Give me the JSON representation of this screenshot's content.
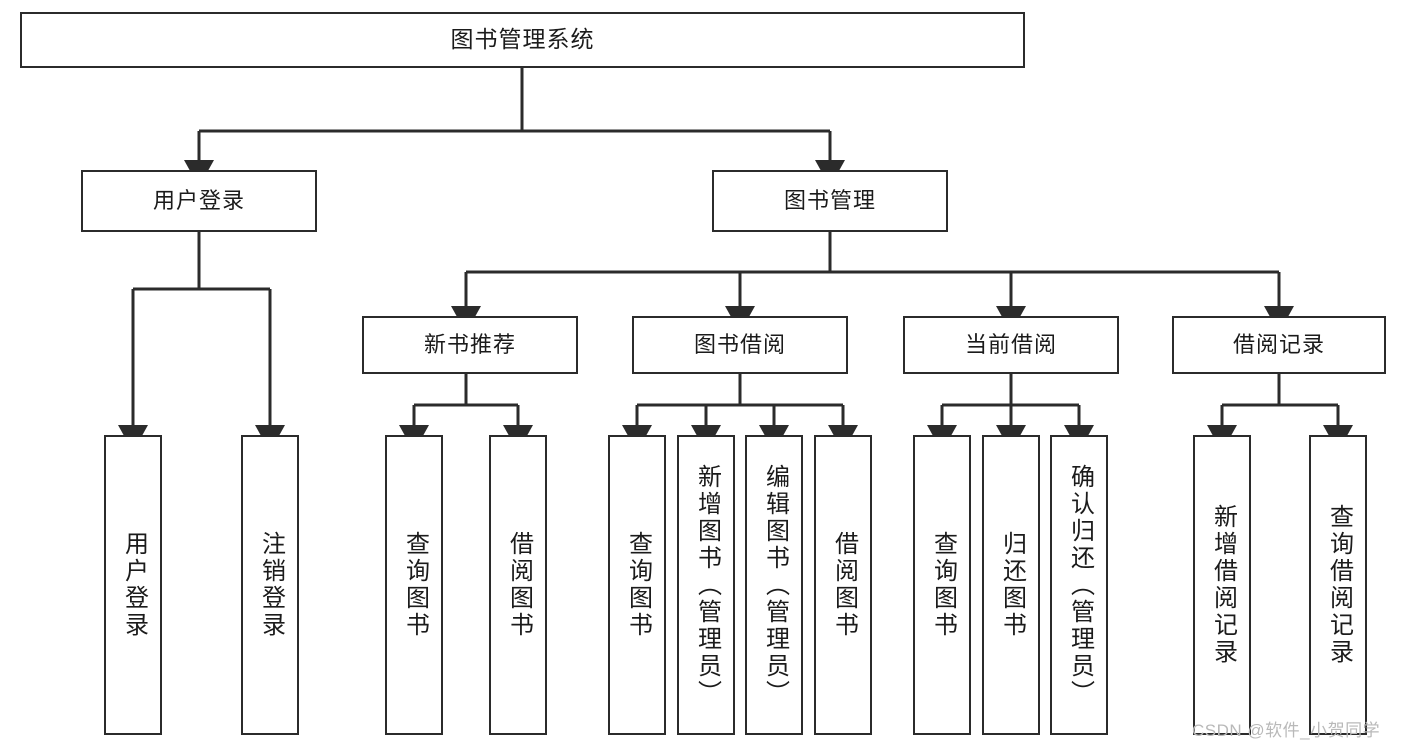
{
  "diagram": {
    "title": "图书管理系统",
    "type": "tree-hierarchy-chart",
    "colors": {
      "box_border": "#2b2b2b",
      "box_fill": "#ffffff",
      "connector": "#2b2b2b",
      "text": "#1b1b1b",
      "watermark": "#b9b9b9",
      "background": "#ffffff"
    },
    "root": {
      "label": "图书管理系统"
    },
    "level2": [
      {
        "label": "用户登录"
      },
      {
        "label": "图书管理"
      }
    ],
    "level3": [
      {
        "label": "新书推荐"
      },
      {
        "label": "图书借阅"
      },
      {
        "label": "当前借阅"
      },
      {
        "label": "借阅记录"
      }
    ],
    "leaves": {
      "user_login": [
        {
          "label": "用户登录"
        },
        {
          "label": "注销登录"
        }
      ],
      "new_book_recommend": [
        {
          "label": "查询图书"
        },
        {
          "label": "借阅图书"
        }
      ],
      "book_borrow": [
        {
          "label": "查询图书"
        },
        {
          "label": "新增图书（管理员）"
        },
        {
          "label": "编辑图书（管理员）"
        },
        {
          "label": "借阅图书"
        }
      ],
      "current_borrow": [
        {
          "label": "查询图书"
        },
        {
          "label": "归还图书"
        },
        {
          "label": "确认归还（管理员）"
        }
      ],
      "borrow_record": [
        {
          "label": "新增借阅记录"
        },
        {
          "label": "查询借阅记录"
        }
      ]
    },
    "watermark": "CSDN @软件_小贺同学"
  }
}
